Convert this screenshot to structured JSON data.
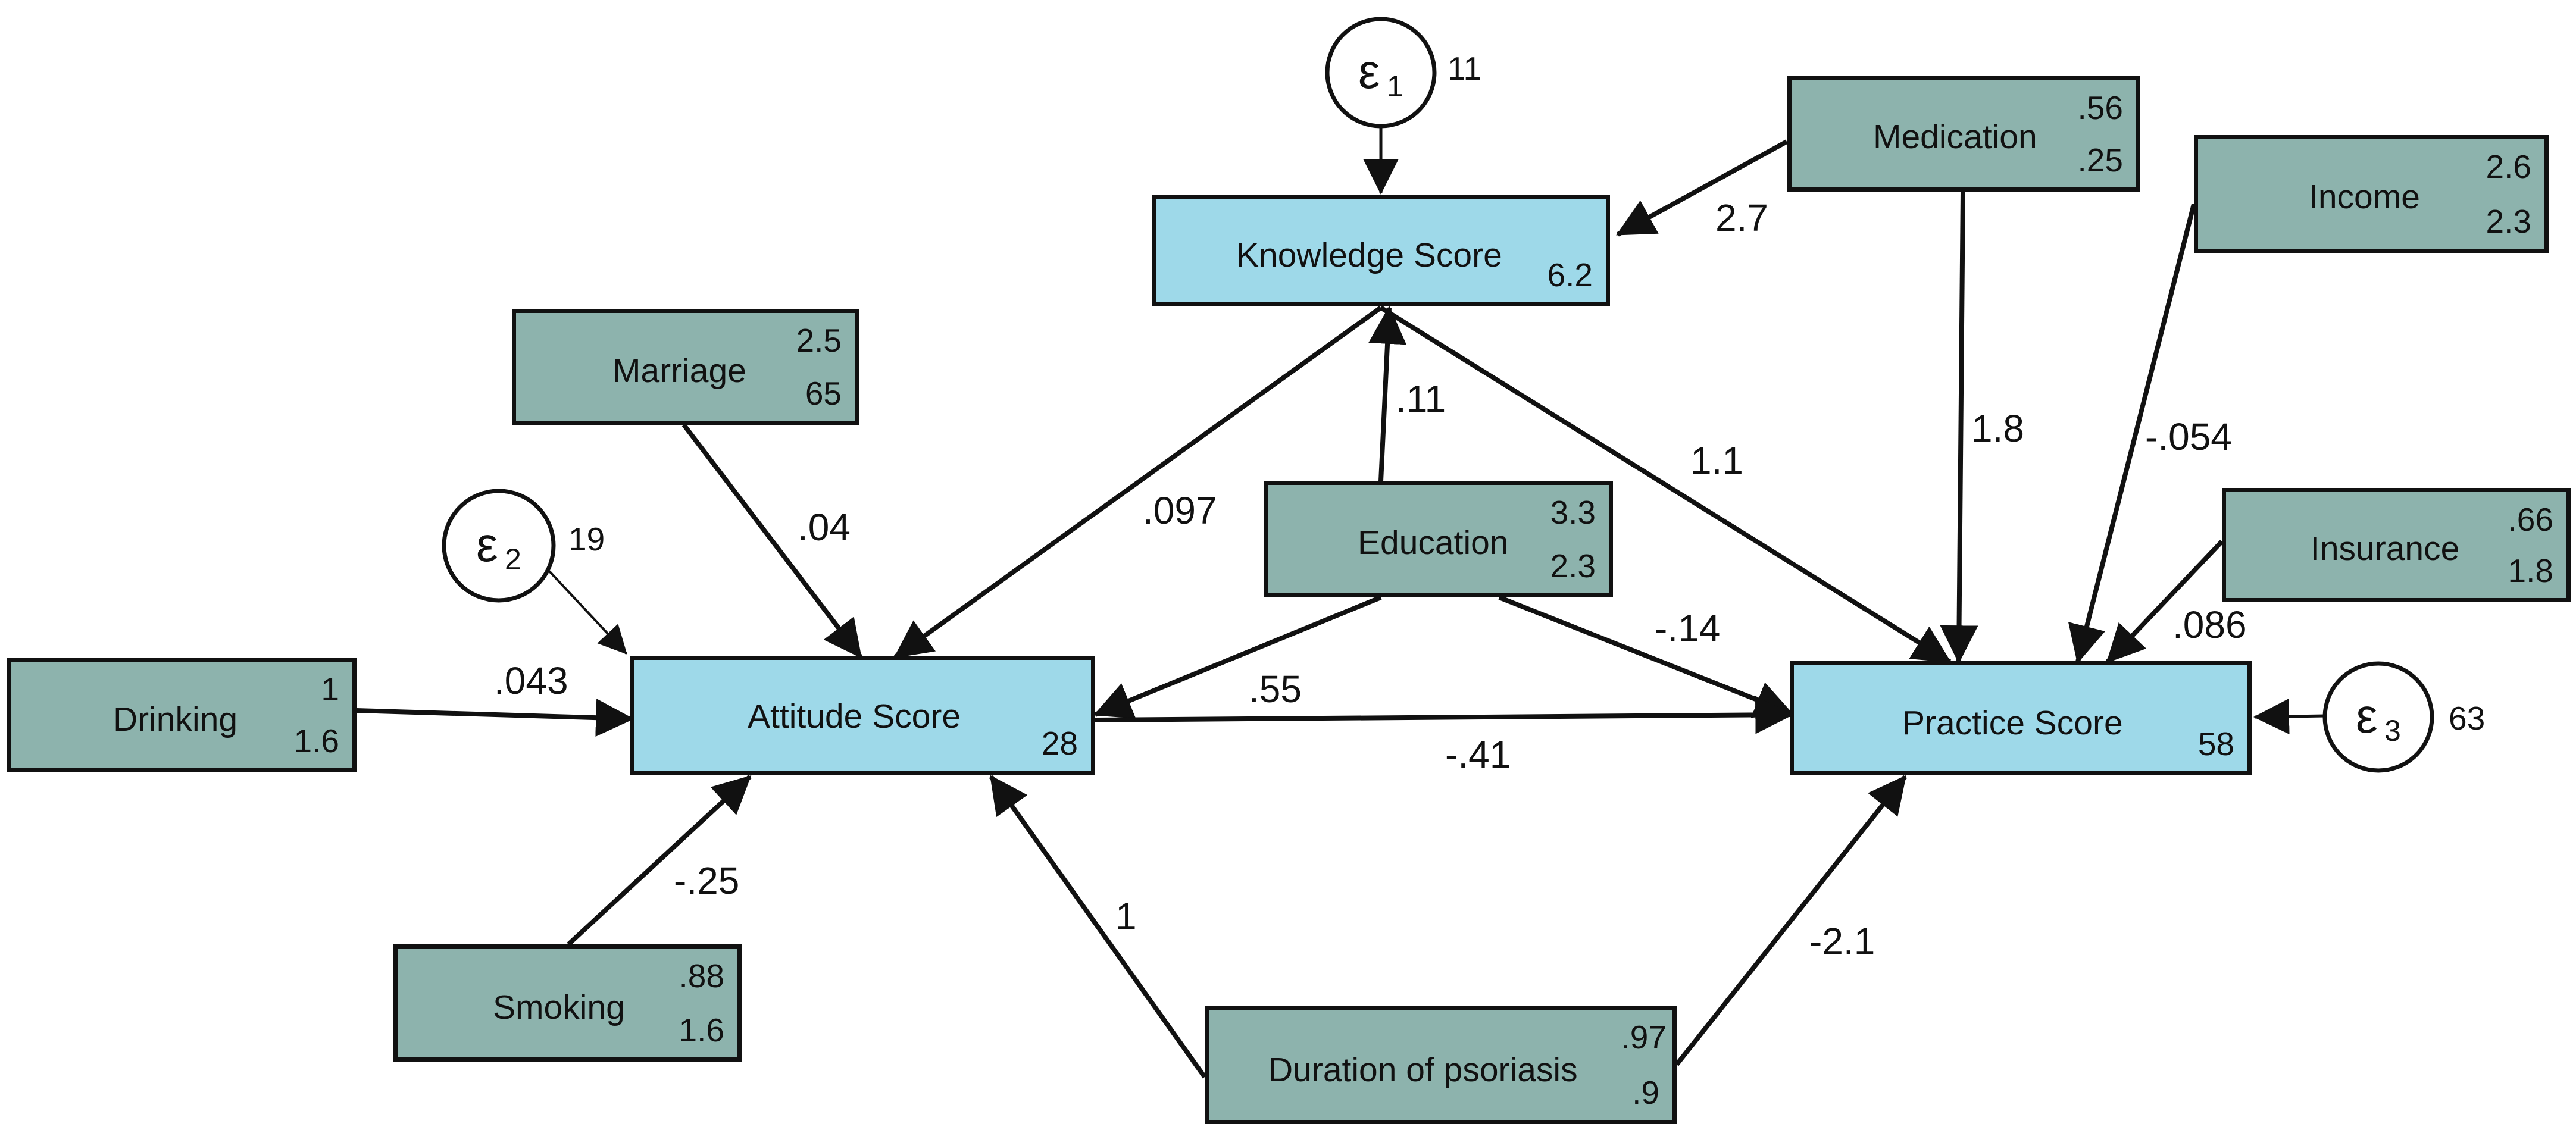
{
  "nodes": {
    "knowledge": {
      "label": "Knowledge Score",
      "value": "6.2"
    },
    "attitude": {
      "label": "Attitude Score",
      "value": "28"
    },
    "practice": {
      "label": "Practice Score",
      "value": "58"
    },
    "medication": {
      "label": "Medication",
      "v1": ".56",
      "v2": ".25"
    },
    "income": {
      "label": "Income",
      "v1": "2.6",
      "v2": "2.3"
    },
    "marriage": {
      "label": "Marriage",
      "v1": "2.5",
      "v2": "65"
    },
    "education": {
      "label": "Education",
      "v1": "3.3",
      "v2": "2.3"
    },
    "insurance": {
      "label": "Insurance",
      "v1": ".66",
      "v2": "1.8"
    },
    "drinking": {
      "label": "Drinking",
      "v1": "1",
      "v2": "1.6"
    },
    "smoking": {
      "label": "Smoking",
      "v1": ".88",
      "v2": "1.6"
    },
    "duration": {
      "label": "Duration of psoriasis",
      "v1": ".97",
      "v2": ".9"
    }
  },
  "errors": {
    "e1": {
      "symbol": "ε",
      "sub": "1",
      "variance": "11"
    },
    "e2": {
      "symbol": "ε",
      "sub": "2",
      "variance": "19"
    },
    "e3": {
      "symbol": "ε",
      "sub": "3",
      "variance": "63"
    }
  },
  "edges": {
    "medication_knowledge": "2.7",
    "medication_practice": "1.8",
    "income_practice": "-.054",
    "insurance_practice": ".086",
    "marriage_attitude": ".04",
    "knowledge_attitude": ".097",
    "education_knowledge": ".11",
    "knowledge_practice": "1.1",
    "education_practice": "-.14",
    "education_attitude": ".55",
    "drinking_attitude": ".043",
    "attitude_practice": "-.41",
    "smoking_attitude": "-.25",
    "duration_attitude": "1",
    "duration_practice": "-2.1"
  },
  "colors": {
    "observed_fill": "#8db3ad",
    "latent_fill": "#9ed9e9",
    "stroke": "#111111"
  }
}
